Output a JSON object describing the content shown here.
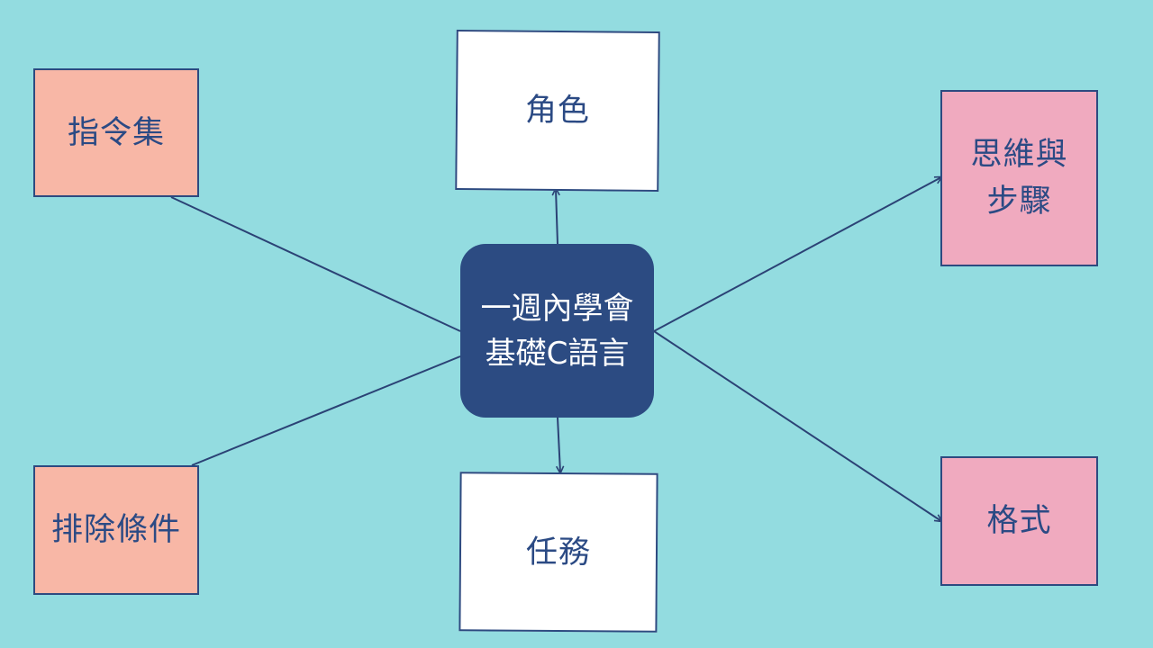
{
  "colors": {
    "background": "#93dce0",
    "center_fill": "#2c4b82",
    "line": "#2b4275",
    "white_box": "#ffffff",
    "salmon_box": "#f8b7a6",
    "pink_box": "#f0aabf"
  },
  "center": {
    "line1": "一週內學會",
    "line2": "基礎C語言"
  },
  "nodes": {
    "role": {
      "label": "角色"
    },
    "task": {
      "label": "任務"
    },
    "instruction_set": {
      "label": "指令集"
    },
    "exclusions": {
      "label": "排除條件"
    },
    "thinking_steps": {
      "line1": "思維與",
      "line2": "步驟"
    },
    "format": {
      "label": "格式"
    }
  }
}
